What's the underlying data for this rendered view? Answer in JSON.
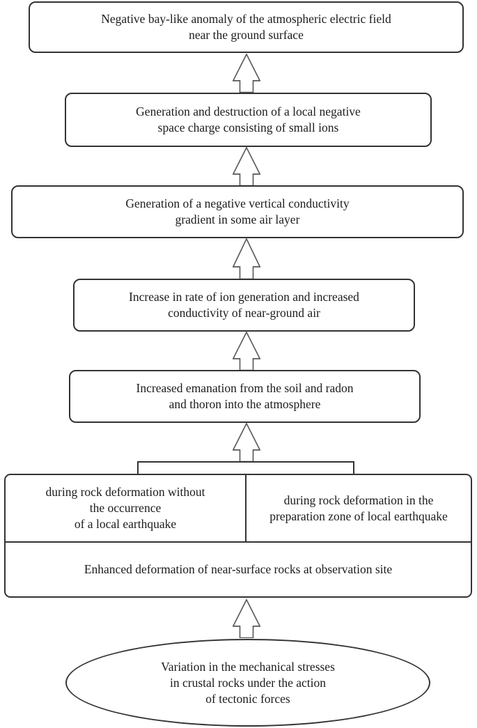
{
  "flowchart": {
    "flow_direction": "bottom-to-top",
    "colors": {
      "background": "#ffffff",
      "node_border": "#333333",
      "arrow_stroke": "#585858",
      "text": "#1c1c1c"
    },
    "icons": {
      "flow_arrow": "block-arrow-up"
    },
    "arrow_count": 6,
    "nodes": [
      {
        "id": "atmospheric-anomaly",
        "shape": "rounded-rect",
        "text": "Negative bay-like anomaly of the atmospheric electric field\nnear the ground surface"
      },
      {
        "id": "space-charge",
        "shape": "rounded-rect",
        "text": "Generation and destruction of a local negative\nspace charge consisting of small ions"
      },
      {
        "id": "conductivity-gradient",
        "shape": "rounded-rect",
        "text": "Generation of a negative vertical conductivity\ngradient in some air layer"
      },
      {
        "id": "ion-generation",
        "shape": "rounded-rect",
        "text": "Increase in rate of ion generation and increased\nconductivity of near-ground air"
      },
      {
        "id": "radon-emanation",
        "shape": "rounded-rect",
        "text": "Increased emanation from the soil and radon\nand thoron into the atmosphere"
      },
      {
        "id": "deformation-without-earthquake",
        "shape": "rect-cell",
        "text": "during rock deformation without\nthe occurrence\nof a local earthquake"
      },
      {
        "id": "deformation-earthquake-zone",
        "shape": "rect-cell",
        "text": "during rock deformation in the\npreparation zone of local earthquake"
      },
      {
        "id": "enhanced-deformation",
        "shape": "rect-cell",
        "text": "Enhanced deformation of near-surface rocks at observation site"
      },
      {
        "id": "mechanical-stresses",
        "shape": "ellipse",
        "text": "Variation in the mechanical stresses\nin crustal rocks under the action\nof tectonic forces"
      }
    ]
  }
}
